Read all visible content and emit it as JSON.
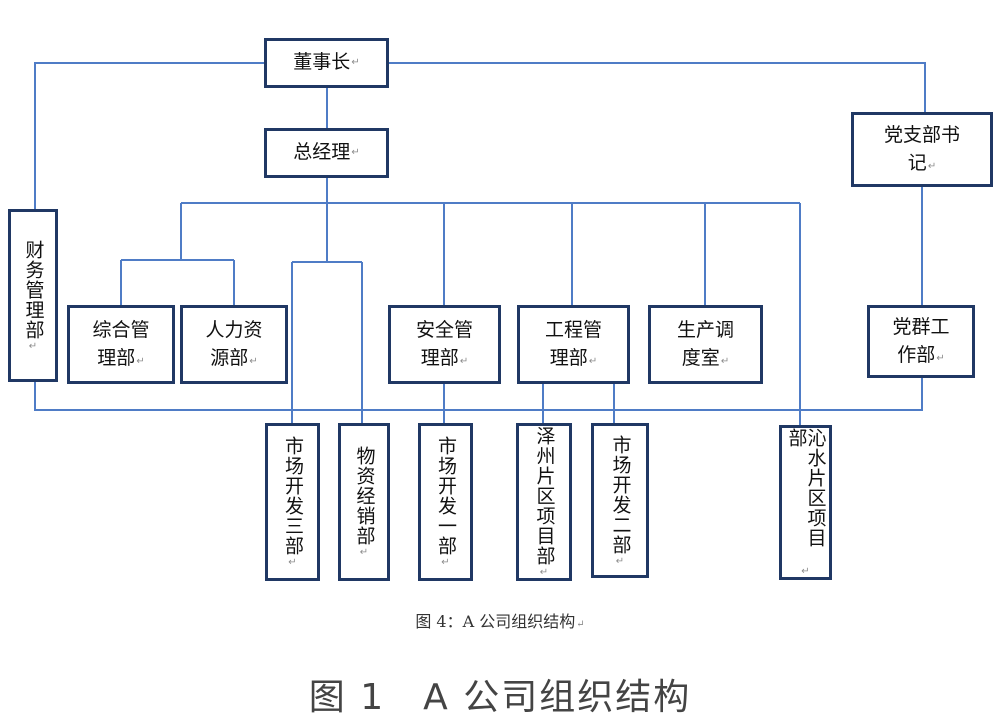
{
  "diagram": {
    "nodes": {
      "chairman": "董事长",
      "gm": "总经理",
      "party_secretary_l1": "党支部书",
      "party_secretary_l2": "记",
      "finance": "财务管理部",
      "general_l1": "综合管",
      "general_l2": "理部",
      "hr_l1": "人力资",
      "hr_l2": "源部",
      "safety_l1": "安全管",
      "safety_l2": "理部",
      "engineering_l1": "工程管",
      "engineering_l2": "理部",
      "dispatch_l1": "生产调",
      "dispatch_l2": "度室",
      "party_work_l1": "党群工",
      "party_work_l2": "作部",
      "market3": "市场开发三部",
      "materials": "物资经销部",
      "market1": "市场开发一部",
      "zezhou": "泽州片区项目部",
      "market2": "市场开发二部",
      "qinshui": "沁水片区项目部"
    },
    "paragraph_mark": "↵",
    "caption_small": "图 4：A 公司组织结构",
    "caption_large": "图 1　A 公司组织结构"
  }
}
